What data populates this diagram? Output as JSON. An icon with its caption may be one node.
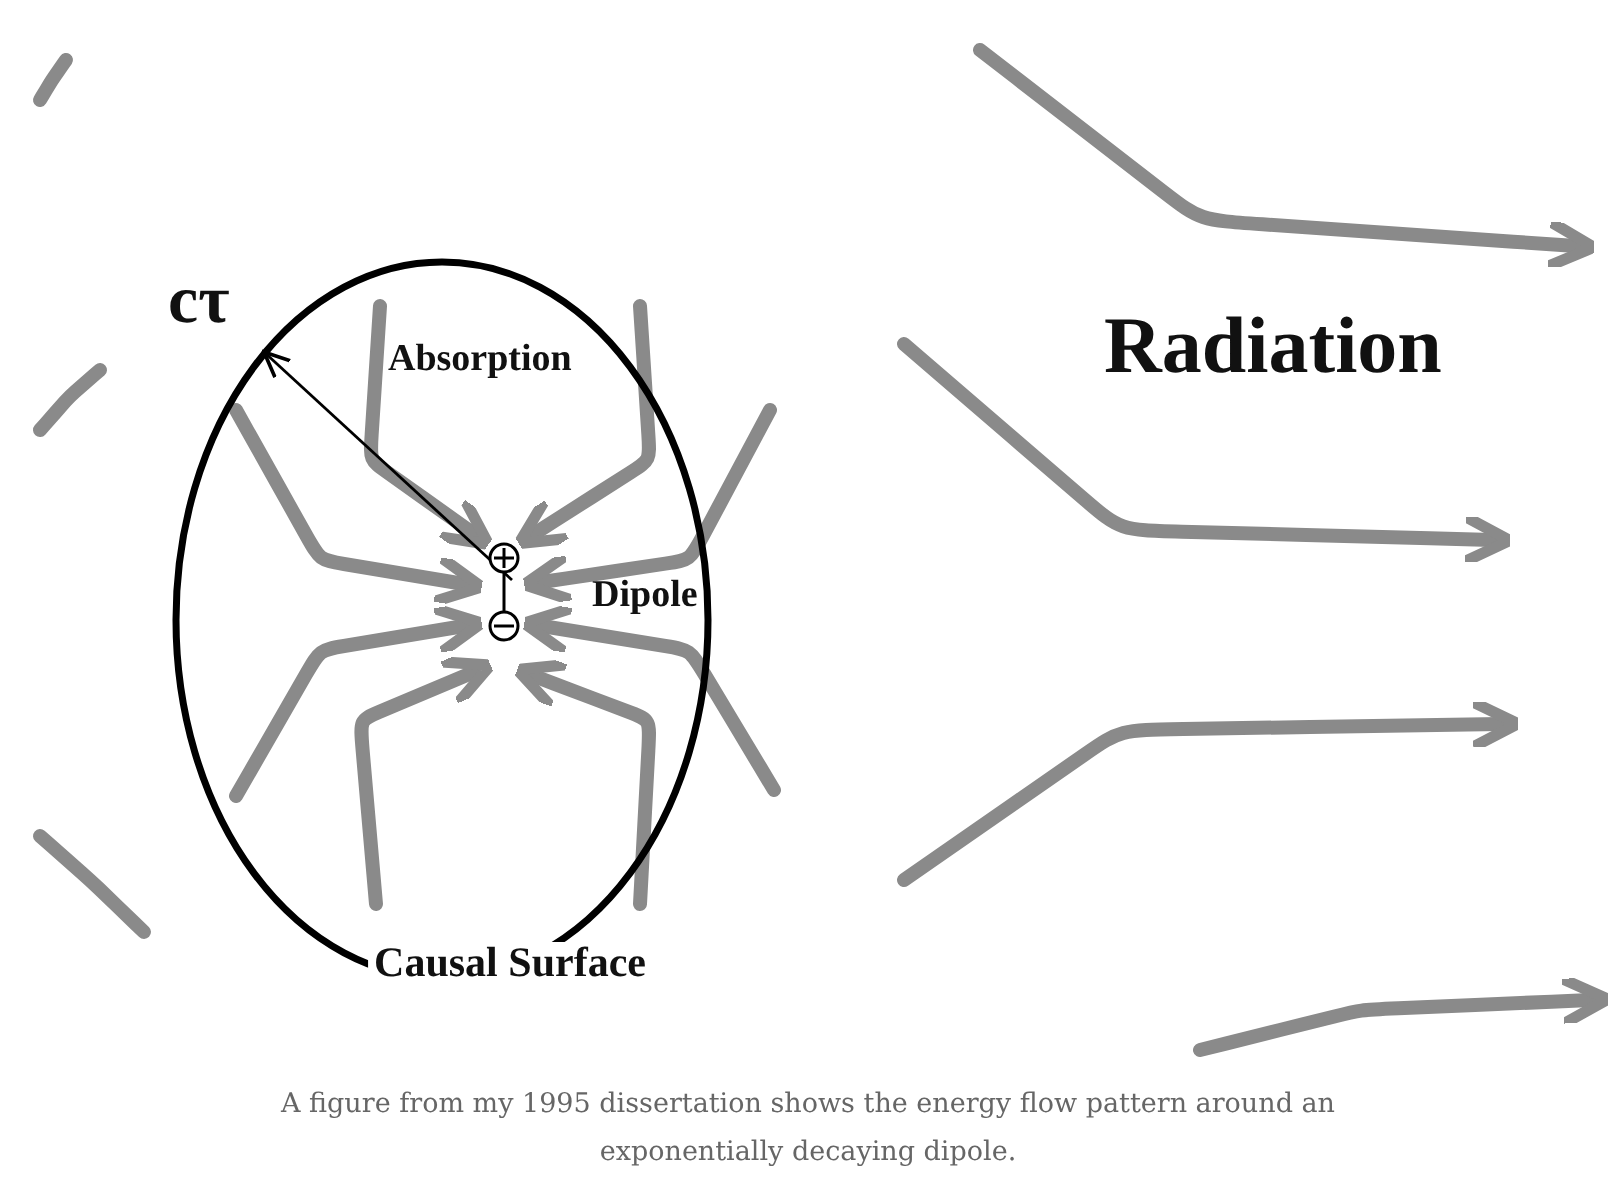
{
  "diagram": {
    "caption": "A figure from my 1995 dissertation shows the energy flow pattern around an exponentially decaying dipole.",
    "nodes": [
      {
        "text": [
          "Causal Surface"
        ]
      }
    ],
    "labels": [
      "cτ",
      "Absorption",
      "Dipole",
      "Radiation"
    ]
  }
}
